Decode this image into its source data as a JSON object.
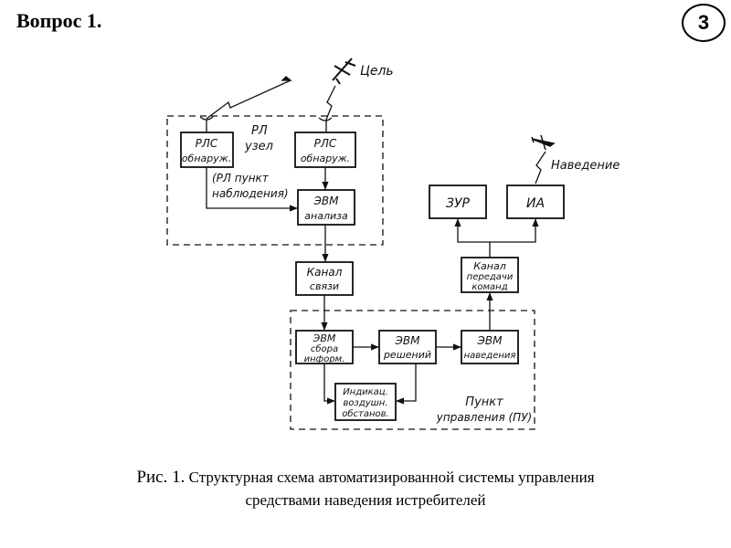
{
  "heading": "Вопрос 1.",
  "page_number": "3",
  "caption": {
    "prefix": "Рис. 1.",
    "line1": "Структурная схема автоматизированной системы управления",
    "line2": "средствами наведения истребителей"
  },
  "diagram": {
    "target_label": "Цель",
    "guidance_label": "Наведение",
    "rl_node": {
      "line1": "РЛ",
      "line2": "узел"
    },
    "observation_post": {
      "line1": "(РЛ пункт",
      "line2": "наблюдения)"
    },
    "control_post": {
      "line1": "Пункт",
      "line2": "управления (ПУ)"
    },
    "blocks": {
      "radar_left": {
        "line1": "РЛС",
        "line2": "обнаруж."
      },
      "radar_right": {
        "line1": "РЛС",
        "line2": "обнаруж."
      },
      "computer_analysis": {
        "line1": "ЭВМ",
        "line2": "анализа"
      },
      "comm_channel": {
        "line1": "Канал",
        "line2": "связи"
      },
      "computer_collection": {
        "line1": "ЭВМ",
        "line2": "сбора",
        "line3": "информ."
      },
      "computer_decisions": {
        "line1": "ЭВМ",
        "line2": "решений"
      },
      "computer_guidance": {
        "line1": "ЭВМ",
        "line2": "наведения"
      },
      "air_situation_display": {
        "line1": "Индикац.",
        "line2": "воздушн.",
        "line3": "обстанов."
      },
      "command_channel": {
        "line1": "Канал",
        "line2": "передачи",
        "line3": "команд"
      },
      "sam": {
        "line1": "ЗУР"
      },
      "fighter": {
        "line1": "ИА"
      }
    }
  }
}
